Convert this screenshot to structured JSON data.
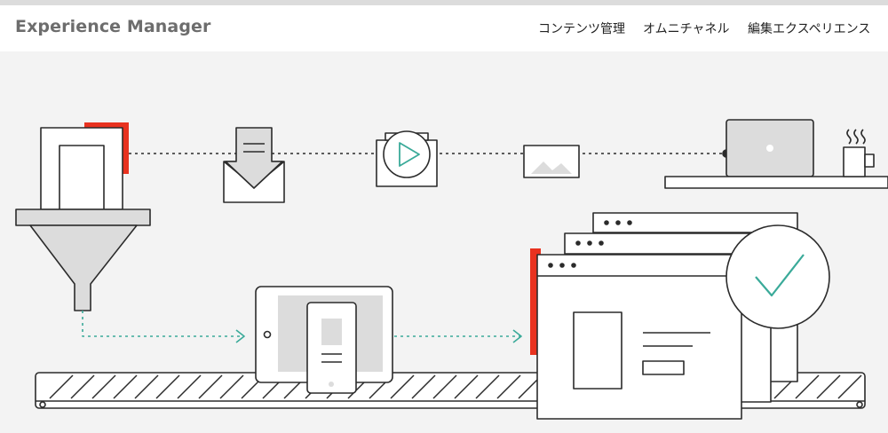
{
  "header": {
    "brand": "Experience Manager",
    "nav": [
      {
        "label": "コンテンツ管理"
      },
      {
        "label": "オムニチャネル"
      },
      {
        "label": "編集エクスペリエンス"
      }
    ]
  },
  "colors": {
    "accent_red": "#e8321f",
    "teal": "#3aaa99",
    "line": "#2b2b2b",
    "panel_grey": "#dcdcdc",
    "background": "#f3f3f3"
  }
}
